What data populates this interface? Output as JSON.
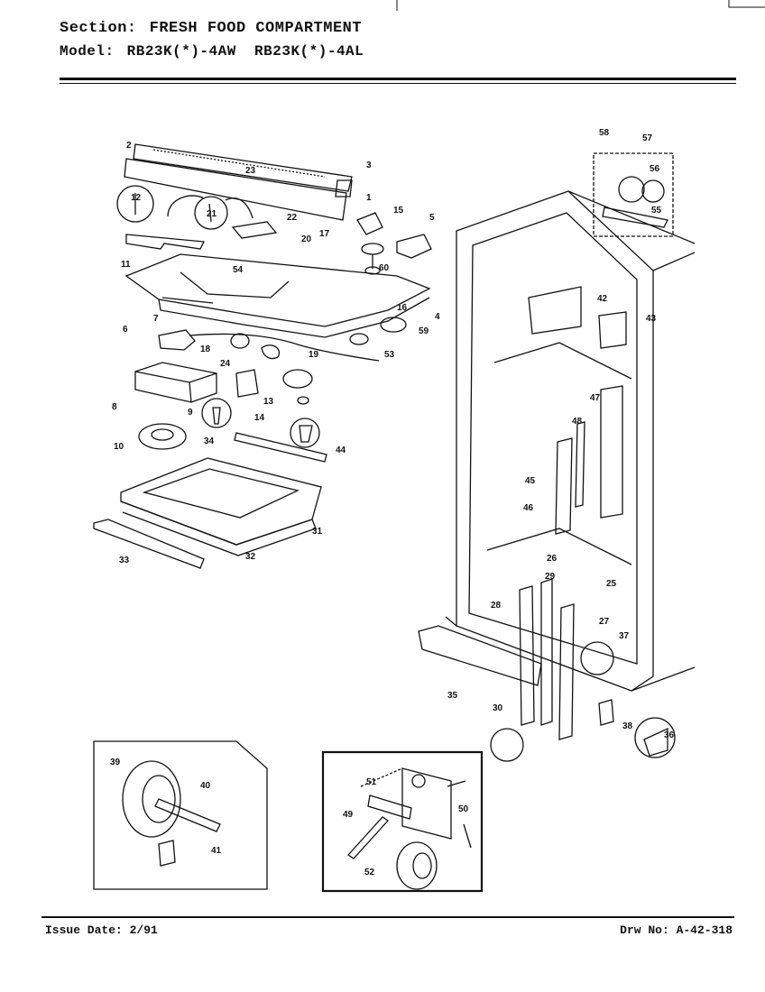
{
  "header": {
    "section_key": "Section:",
    "section_value": "FRESH FOOD COMPARTMENT",
    "model_key": "Model:",
    "model_value": "RB23K(*)-4AW  RB23K(*)-4AL"
  },
  "footer": {
    "issue_date": "Issue Date: 2/91",
    "drawing_no": "Drw No: A-42-318"
  },
  "part_labels": [
    {
      "id": "2"
    },
    {
      "id": "3"
    },
    {
      "id": "1"
    },
    {
      "id": "23"
    },
    {
      "id": "12"
    },
    {
      "id": "21"
    },
    {
      "id": "22"
    },
    {
      "id": "15"
    },
    {
      "id": "5"
    },
    {
      "id": "17"
    },
    {
      "id": "20"
    },
    {
      "id": "11"
    },
    {
      "id": "54"
    },
    {
      "id": "60"
    },
    {
      "id": "7"
    },
    {
      "id": "16"
    },
    {
      "id": "4"
    },
    {
      "id": "6"
    },
    {
      "id": "59"
    },
    {
      "id": "18"
    },
    {
      "id": "53"
    },
    {
      "id": "19"
    },
    {
      "id": "24"
    },
    {
      "id": "8"
    },
    {
      "id": "13"
    },
    {
      "id": "14"
    },
    {
      "id": "9"
    },
    {
      "id": "34"
    },
    {
      "id": "44"
    },
    {
      "id": "10"
    },
    {
      "id": "31"
    },
    {
      "id": "32"
    },
    {
      "id": "33"
    },
    {
      "id": "58"
    },
    {
      "id": "57"
    },
    {
      "id": "56"
    },
    {
      "id": "55"
    },
    {
      "id": "42"
    },
    {
      "id": "43"
    },
    {
      "id": "47"
    },
    {
      "id": "48"
    },
    {
      "id": "45"
    },
    {
      "id": "46"
    },
    {
      "id": "26"
    },
    {
      "id": "29"
    },
    {
      "id": "25"
    },
    {
      "id": "28"
    },
    {
      "id": "27"
    },
    {
      "id": "37"
    },
    {
      "id": "35"
    },
    {
      "id": "30"
    },
    {
      "id": "38"
    },
    {
      "id": "36"
    },
    {
      "id": "39"
    },
    {
      "id": "40"
    },
    {
      "id": "41"
    },
    {
      "id": "51"
    },
    {
      "id": "49"
    },
    {
      "id": "50"
    },
    {
      "id": "52"
    }
  ]
}
